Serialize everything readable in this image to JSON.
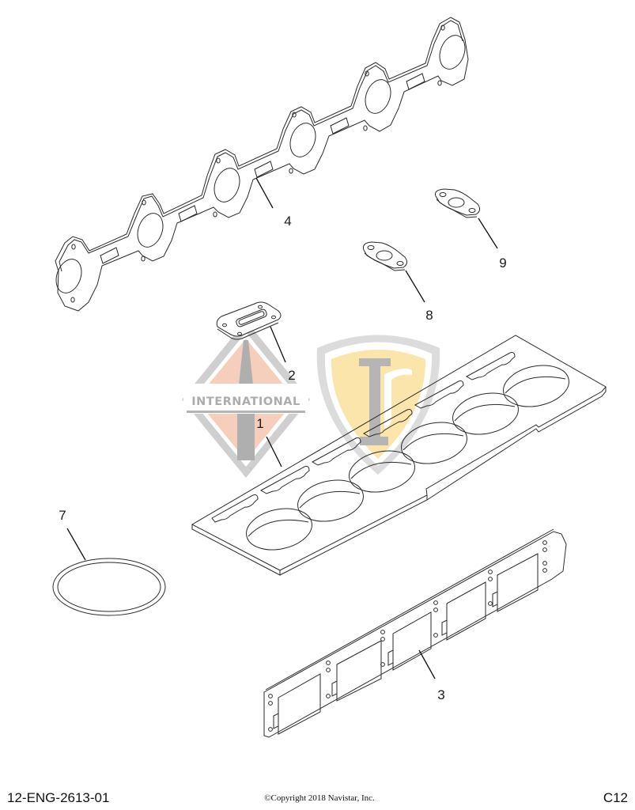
{
  "diagram": {
    "type": "exploded parts illustration",
    "subject": "engine gasket set",
    "callouts": [
      {
        "id": "1",
        "part": "cylinder-head-gasket",
        "label": "1"
      },
      {
        "id": "2",
        "part": "small-rectangular-gasket",
        "label": "2"
      },
      {
        "id": "3",
        "part": "valve-cover-gasket-strip",
        "label": "3"
      },
      {
        "id": "4",
        "part": "exhaust-manifold-gasket",
        "label": "4"
      },
      {
        "id": "7",
        "part": "o-ring-seal",
        "label": "7"
      },
      {
        "id": "8",
        "part": "two-bolt-flange-gasket",
        "label": "8"
      },
      {
        "id": "9",
        "part": "two-bolt-flange-gasket",
        "label": "9"
      }
    ],
    "watermarks": {
      "left_logo_text": "INTERNATIONAL",
      "left_logo_colors": {
        "outer": "#c8c8c8",
        "inner": "#f4c9b3",
        "bar": "#a9a9a9"
      },
      "right_logo_letter": "I",
      "right_logo_colors": {
        "outer": "#d9d9d9",
        "inner": "#fbe3a6",
        "letter": "#b4b4b4"
      }
    }
  },
  "footer": {
    "document_id": "12-ENG-2613-01",
    "copyright": "©Copyright 2018 Navistar, Inc.",
    "page_code": "C12"
  }
}
